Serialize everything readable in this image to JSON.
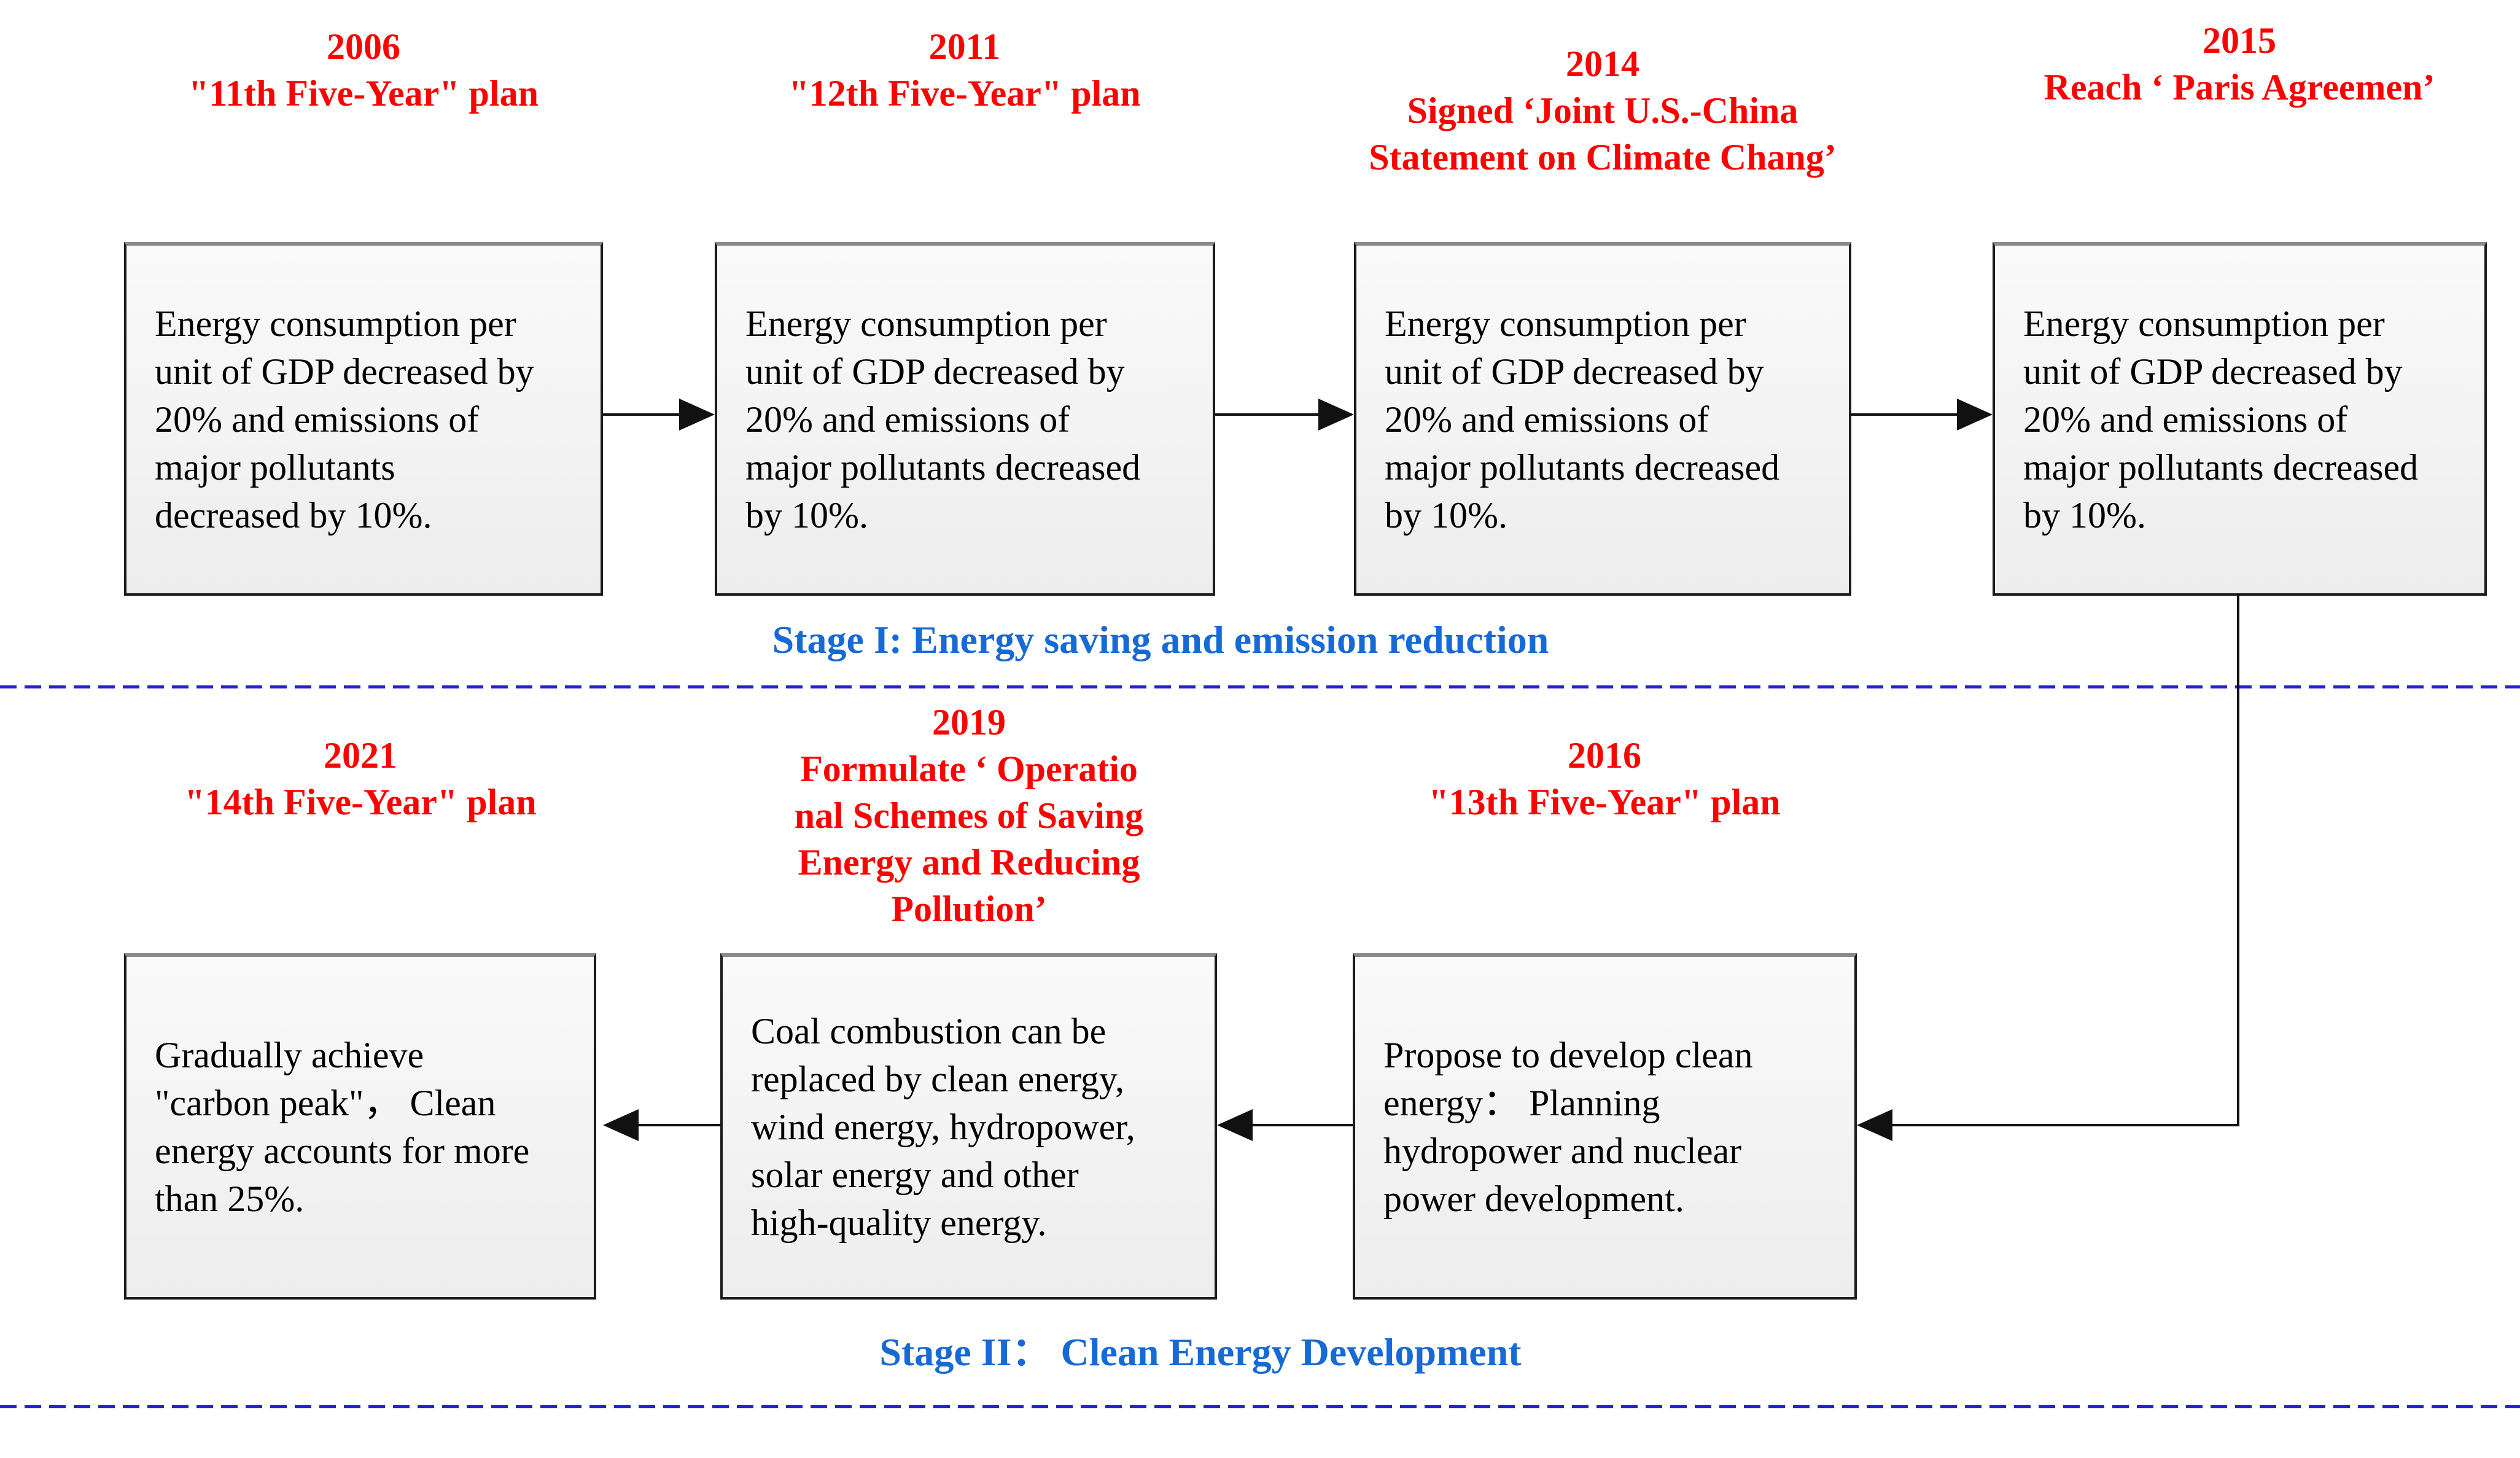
{
  "diagram": {
    "colors": {
      "header_red": "#ff0000",
      "stage_label_blue": "#1769d6",
      "divider_dash_blue": "#2222cc",
      "connector_black": "#111111",
      "box_border": "#1c1c1c",
      "box_fill": "#ededed"
    },
    "stage1": {
      "label": "Stage I: Energy saving and emission reduction",
      "events": [
        {
          "year": "2006",
          "header_lines": [
            "2006",
            "\"11th Five-Year\" plan"
          ],
          "body_lines": [
            "Energy consumption per",
            "unit of GDP decreased by",
            "20% and emissions of",
            "major pollutants",
            "decreased by 10%."
          ]
        },
        {
          "year": "2011",
          "header_lines": [
            "2011",
            "\"12th Five-Year\" plan"
          ],
          "body_lines": [
            "Energy consumption per",
            "unit of GDP decreased by",
            "20% and emissions of",
            "major pollutants decreased",
            "by 10%."
          ]
        },
        {
          "year": "2014",
          "header_lines": [
            "2014",
            "Signed ‘Joint U.S.-China",
            "Statement on Climate Chang’"
          ],
          "body_lines": [
            "Energy consumption per",
            "unit of GDP decreased by",
            "20% and emissions of",
            "major pollutants decreased",
            "by 10%."
          ]
        },
        {
          "year": "2015",
          "header_lines": [
            "2015",
            "Reach ‘ Paris Agreemen’"
          ],
          "body_lines": [
            "Energy consumption per",
            "unit of GDP decreased by",
            "20% and emissions of",
            "major pollutants decreased",
            "by 10%."
          ]
        }
      ]
    },
    "stage2": {
      "label": "Stage II：  Clean Energy Development",
      "events": [
        {
          "year": "2021",
          "header_lines": [
            "2021",
            "\"14th Five-Year\" plan"
          ],
          "body_lines": [
            "Gradually achieve",
            "\"carbon peak\"，  Clean",
            "energy accounts for more",
            "than 25%."
          ]
        },
        {
          "year": "2019",
          "header_lines": [
            "2019",
            "Formulate ‘ Operatio",
            "nal Schemes of Saving",
            "Energy and Reducing",
            "Pollution’"
          ],
          "body_lines": [
            "Coal combustion can be",
            "replaced by clean energy,",
            "wind energy, hydropower,",
            "solar energy and other",
            "high-quality energy."
          ]
        },
        {
          "year": "2016",
          "header_lines": [
            "2016",
            "\"13th Five-Year\" plan"
          ],
          "body_lines": [
            "Propose to develop clean",
            "energy：  Planning",
            "hydropower and nuclear",
            "power development."
          ]
        }
      ]
    }
  }
}
